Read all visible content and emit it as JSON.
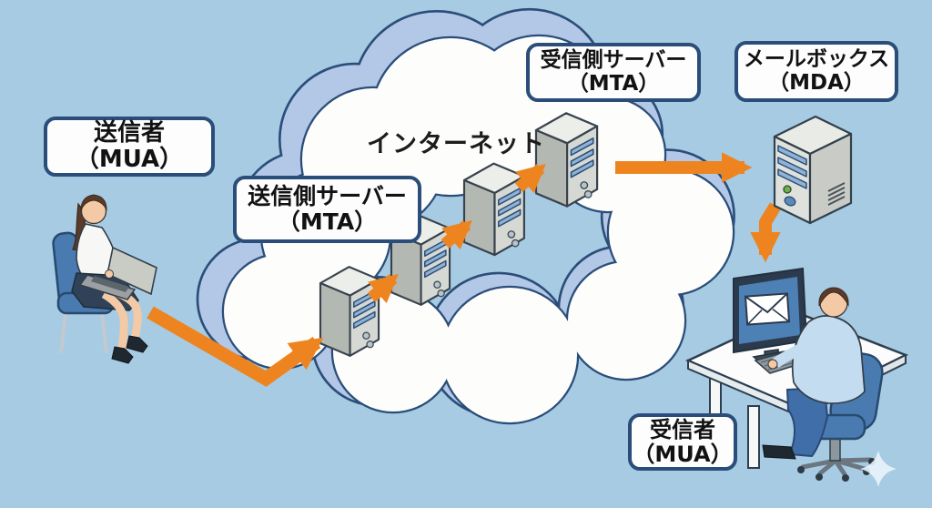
{
  "diagram": {
    "internet_label": "インターネット",
    "nodes": [
      {
        "id": "sender",
        "line1": "送信者",
        "line2": "（MUA）"
      },
      {
        "id": "sending-server",
        "line1": "送信側サーバー",
        "line2": "（MTA）"
      },
      {
        "id": "receiving-server",
        "line1": "受信側サーバー",
        "line2": "（MTA）"
      },
      {
        "id": "mailbox",
        "line1": "メールボックス",
        "line2": "（MDA）"
      },
      {
        "id": "receiver",
        "line1": "受信者",
        "line2": "（MUA）"
      }
    ],
    "colors": {
      "background": "#a6cbe3",
      "cloud_fill": "#fdfdfb",
      "cloud_back_layer": "#b3c7e7",
      "outline_navy": "#2a4d79",
      "arrow_orange": "#ee8420",
      "server_gray": "#d6d9d3",
      "server_slot_blue": "#8fb2d4",
      "label_bg": "#fdfdfd",
      "label_border": "#2a4d79"
    }
  }
}
